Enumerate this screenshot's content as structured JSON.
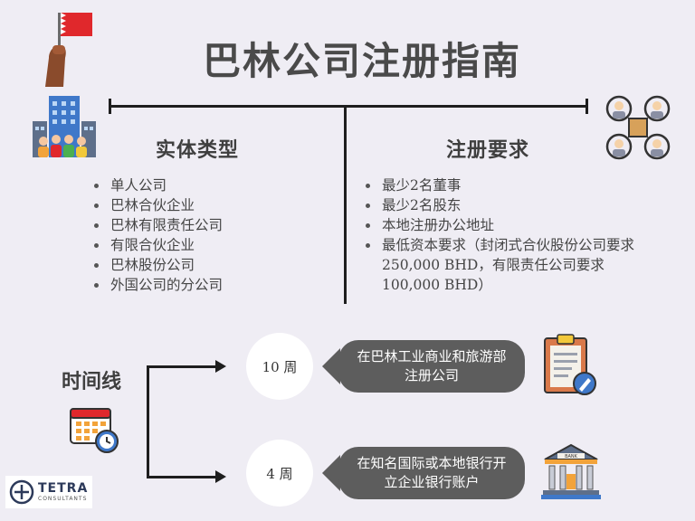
{
  "title": "巴林公司注册指南",
  "entity": {
    "title": "实体类型",
    "items": [
      "单人公司",
      "巴林合伙企业",
      "巴林有限责任公司",
      "有限合伙企业",
      "巴林股份公司",
      "外国公司的分公司"
    ]
  },
  "requirements": {
    "title": "注册要求",
    "items": [
      "最少2名董事",
      "最少2名股东",
      "本地注册办公地址",
      "最低资本要求（封闭式合伙股份公司要求250,000 BHD，有限责任公司要求100,000 BHD）"
    ]
  },
  "timeline": {
    "label": "时间线",
    "steps": [
      {
        "duration": "10 周",
        "text": "在巴林工业商业和旅游部注册公司"
      },
      {
        "duration": "4 周",
        "text": "在知名国际或本地银行开立企业银行账户"
      }
    ]
  },
  "logo": {
    "name": "TETRA",
    "sub": "CONSULTANTS"
  },
  "bank_sign": "BANK",
  "colors": {
    "flag_red": "#e0282c",
    "pill": "#5d5d5d",
    "background": "#efedf4"
  }
}
